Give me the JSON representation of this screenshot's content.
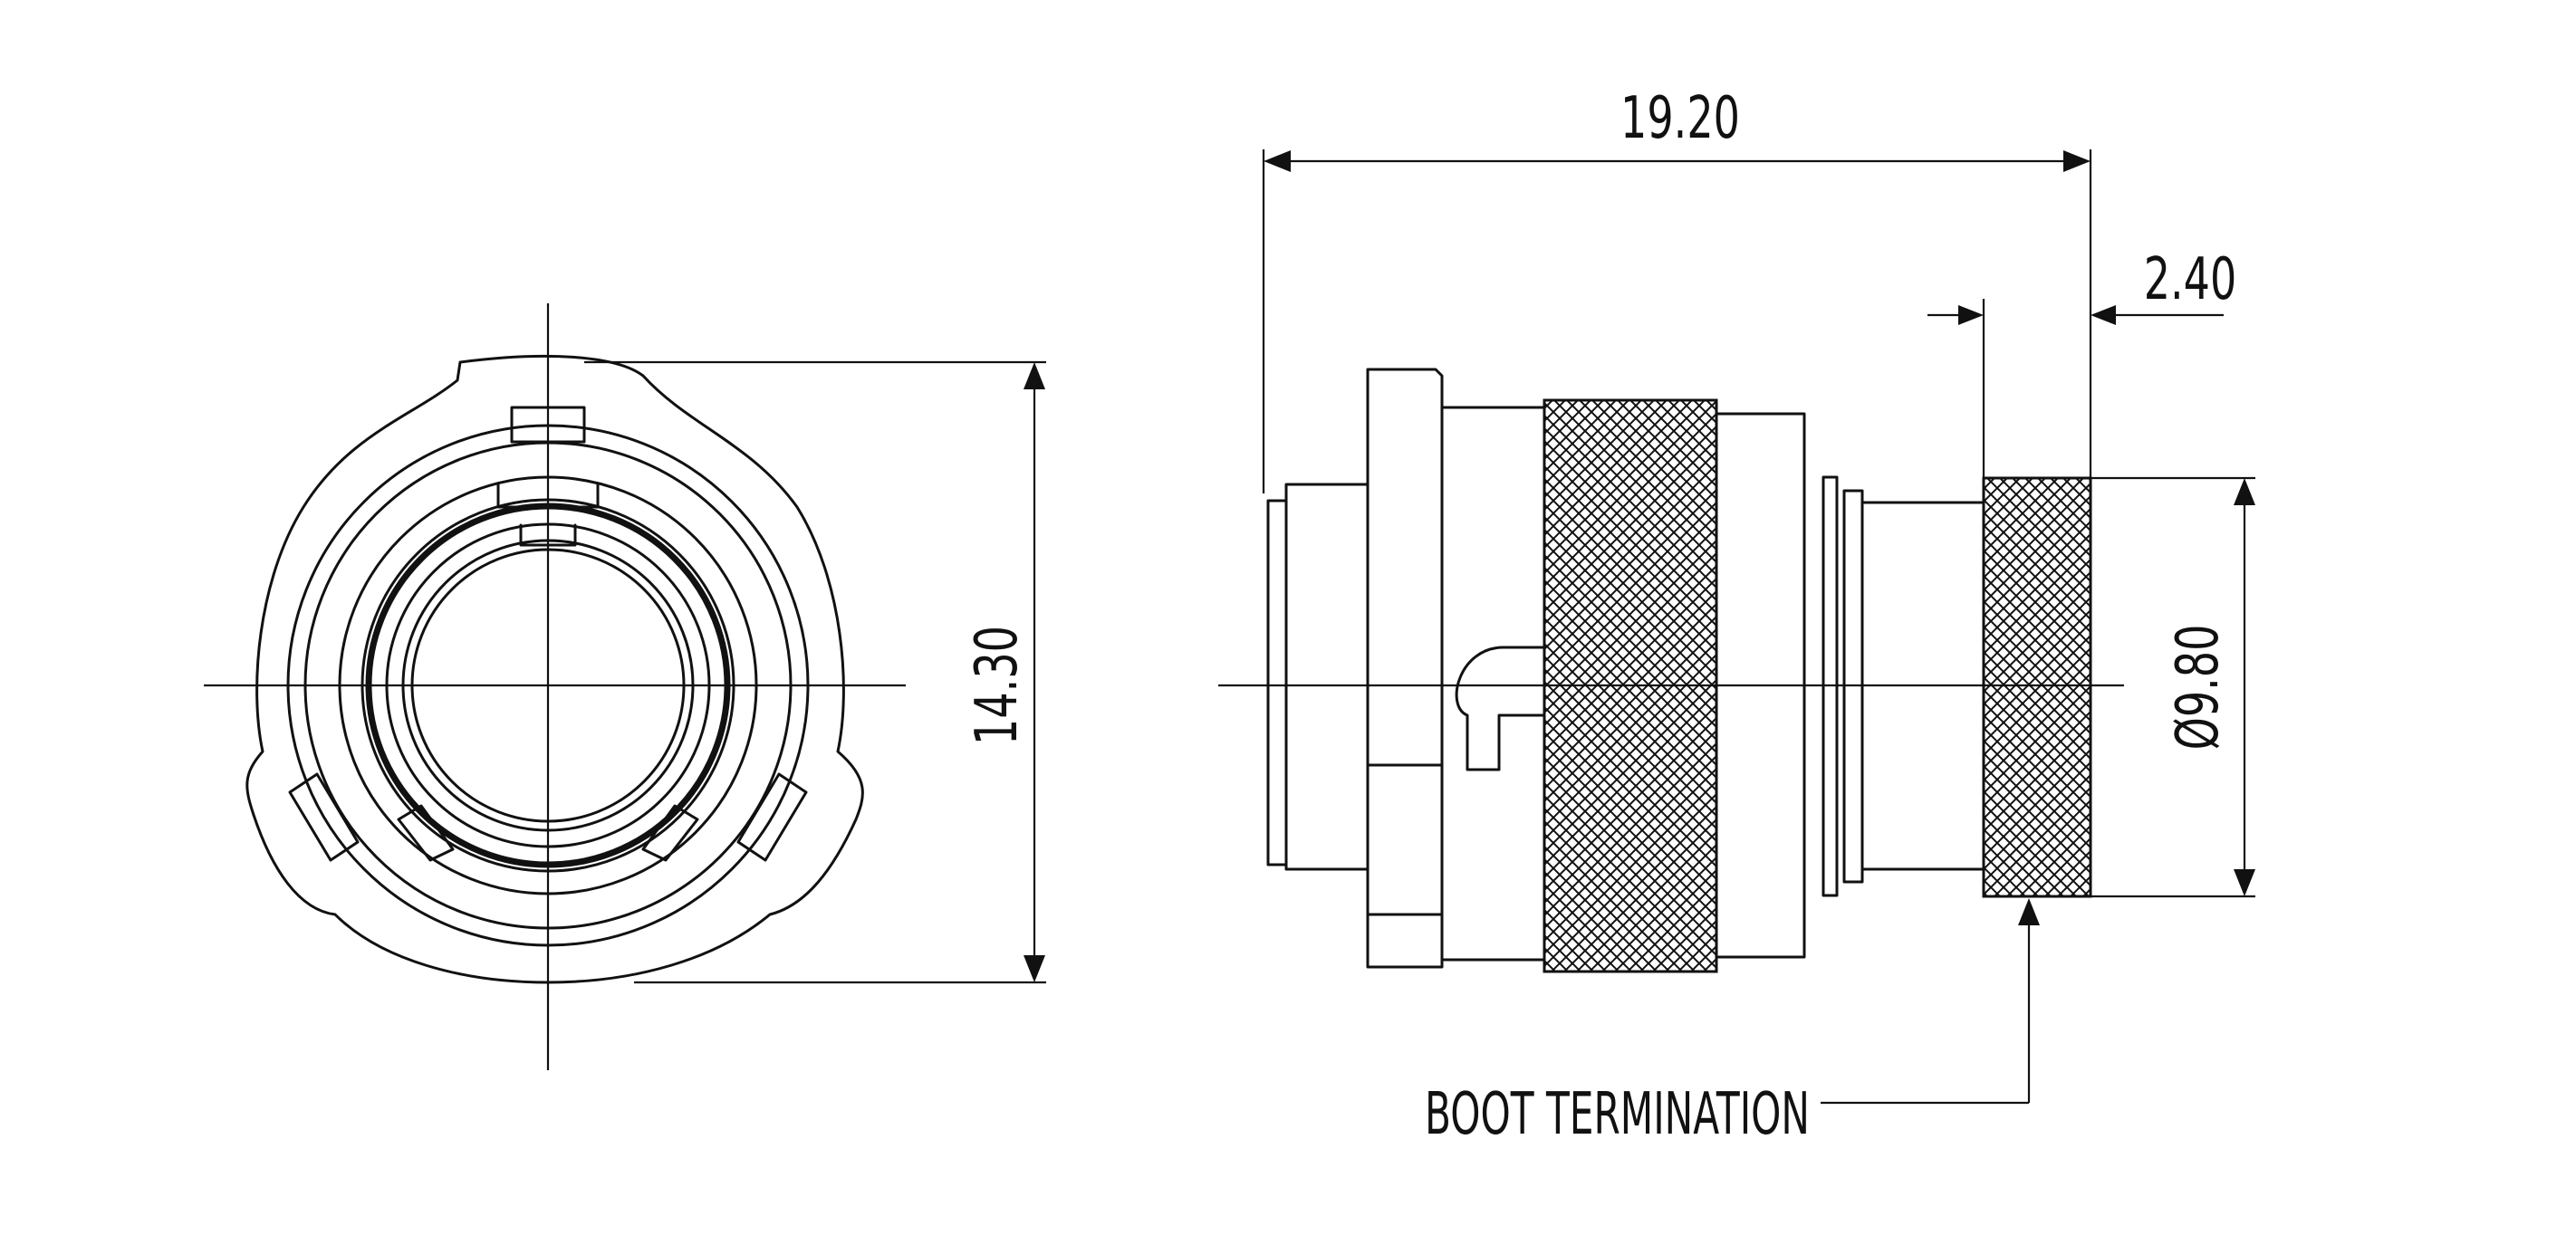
{
  "drawing": {
    "dimensions": {
      "overall_length": "19.20",
      "boot_length": "2.40",
      "front_height": "14.30",
      "boot_diameter": "Ø9.80"
    },
    "callouts": {
      "boot": "BOOT TERMINATION"
    },
    "colors": {
      "line": "#111111",
      "background": "#ffffff"
    }
  }
}
